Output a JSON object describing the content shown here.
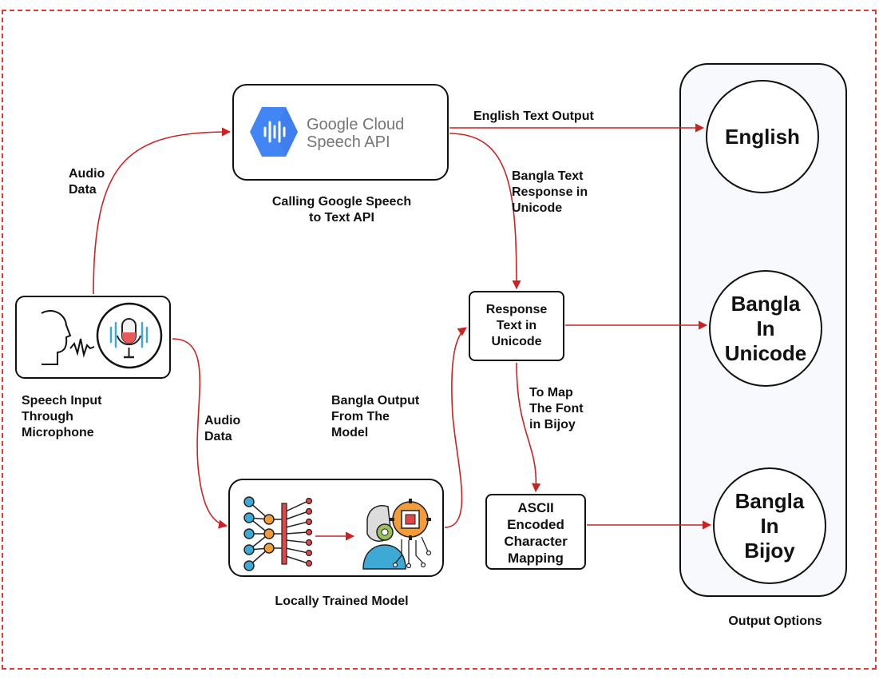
{
  "labels": {
    "audio_data_top_1": "Audio",
    "audio_data_top_2": "Data",
    "audio_data_bottom_1": "Audio",
    "audio_data_bottom_2": "Data",
    "google_caption_1": "Calling Google Speech",
    "google_caption_2": "to Text API",
    "google_logo_1": "Google Cloud",
    "google_logo_2": "Speech API",
    "english_output": "English Text Output",
    "bangla_response_1": "Bangla Text",
    "bangla_response_2": "Response in",
    "bangla_response_3": "Unicode",
    "response_box_1": "Response",
    "response_box_2": "Text in",
    "response_box_3": "Unicode",
    "speech_input_1": "Speech Input",
    "speech_input_2": "Through",
    "speech_input_3": "Microphone",
    "bangla_output_1": "Bangla Output",
    "bangla_output_2": "From The",
    "bangla_output_3": "Model",
    "map_font_1": "To Map",
    "map_font_2": "The Font",
    "map_font_3": "in Bijoy",
    "ascii_1": "ASCII",
    "ascii_2": "Encoded",
    "ascii_3": "Character",
    "ascii_4": "Mapping",
    "local_model": "Locally Trained Model",
    "output_options": "Output Options"
  },
  "outputs": {
    "english": "English",
    "unicode_1": "Bangla",
    "unicode_2": "In",
    "unicode_3": "Unicode",
    "bijoy_1": "Bangla",
    "bijoy_2": "In",
    "bijoy_3": "Bijoy"
  },
  "colors": {
    "arrow": "#cc2222",
    "frame": "#e53935",
    "google_blue": "#4285f4",
    "google_text": "#757575",
    "node_blue": "#3fa9d6",
    "node_orange": "#f39c3c"
  },
  "icons": [
    "head-speaking-icon",
    "microphone-icon",
    "neural-network-icon",
    "ai-robot-chip-icon",
    "google-cloud-speech-logo"
  ]
}
